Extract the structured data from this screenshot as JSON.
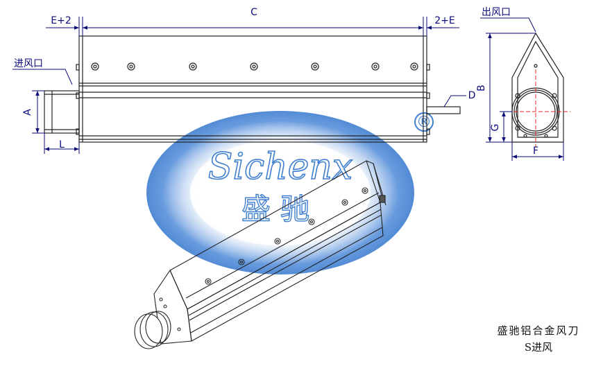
{
  "dimensions": {
    "left_margin": "E+2",
    "length": "C",
    "right_margin": "2+E",
    "inlet_dia": "A",
    "inlet_len": "L",
    "slot": "D",
    "height": "B",
    "center_height": "G",
    "width": "F"
  },
  "callouts": {
    "inlet": "进风口",
    "outlet": "出风口"
  },
  "watermark": {
    "brand_en": "Sichenx",
    "brand_cn": "盛驰",
    "registered_mark": "®"
  },
  "caption": {
    "line1": "盛驰铝合金风刀",
    "line2": "S进风"
  },
  "colors": {
    "dimension_line": "#0a0a7a",
    "drawing_line": "#222222",
    "center_line": "#e02020",
    "watermark_blue": "#3f7fd0"
  }
}
